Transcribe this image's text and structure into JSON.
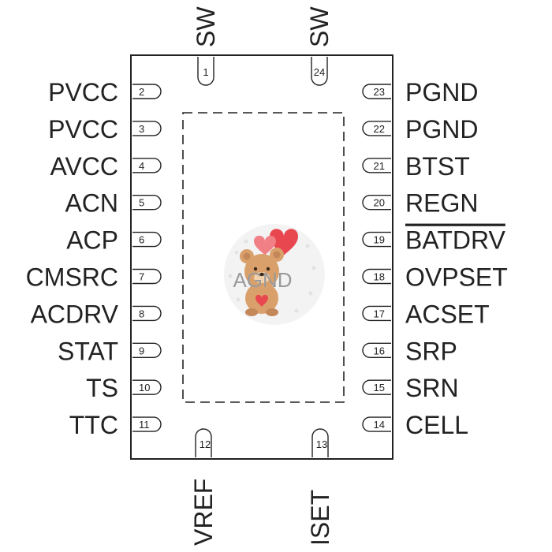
{
  "package": {
    "pins_left": [
      {
        "num": "2",
        "label": "PVCC"
      },
      {
        "num": "3",
        "label": "PVCC"
      },
      {
        "num": "4",
        "label": "AVCC"
      },
      {
        "num": "5",
        "label": "ACN"
      },
      {
        "num": "6",
        "label": "ACP"
      },
      {
        "num": "7",
        "label": "CMSRC"
      },
      {
        "num": "8",
        "label": "ACDRV"
      },
      {
        "num": "9",
        "label": "STAT"
      },
      {
        "num": "10",
        "label": "TS"
      },
      {
        "num": "11",
        "label": "TTC"
      }
    ],
    "pins_right": [
      {
        "num": "23",
        "label": "PGND"
      },
      {
        "num": "22",
        "label": "PGND"
      },
      {
        "num": "21",
        "label": "BTST"
      },
      {
        "num": "20",
        "label": "REGN"
      },
      {
        "num": "19",
        "label": "BATDRV",
        "overline": true
      },
      {
        "num": "18",
        "label": "OVPSET"
      },
      {
        "num": "17",
        "label": "ACSET"
      },
      {
        "num": "16",
        "label": "SRP"
      },
      {
        "num": "15",
        "label": "SRN"
      },
      {
        "num": "14",
        "label": "CELL"
      }
    ],
    "pins_top": [
      {
        "num": "1",
        "label": "SW"
      },
      {
        "num": "24",
        "label": "SW"
      }
    ],
    "pins_bottom": [
      {
        "num": "12",
        "label": "VREF"
      },
      {
        "num": "13",
        "label": "ISET"
      }
    ],
    "thermal_pad_label": "AGND"
  },
  "colors": {
    "line": "#222222",
    "text": "#222222",
    "pad_label": "#9a9a9a",
    "heart": "#e8474f",
    "bear": "#d9a06b"
  }
}
